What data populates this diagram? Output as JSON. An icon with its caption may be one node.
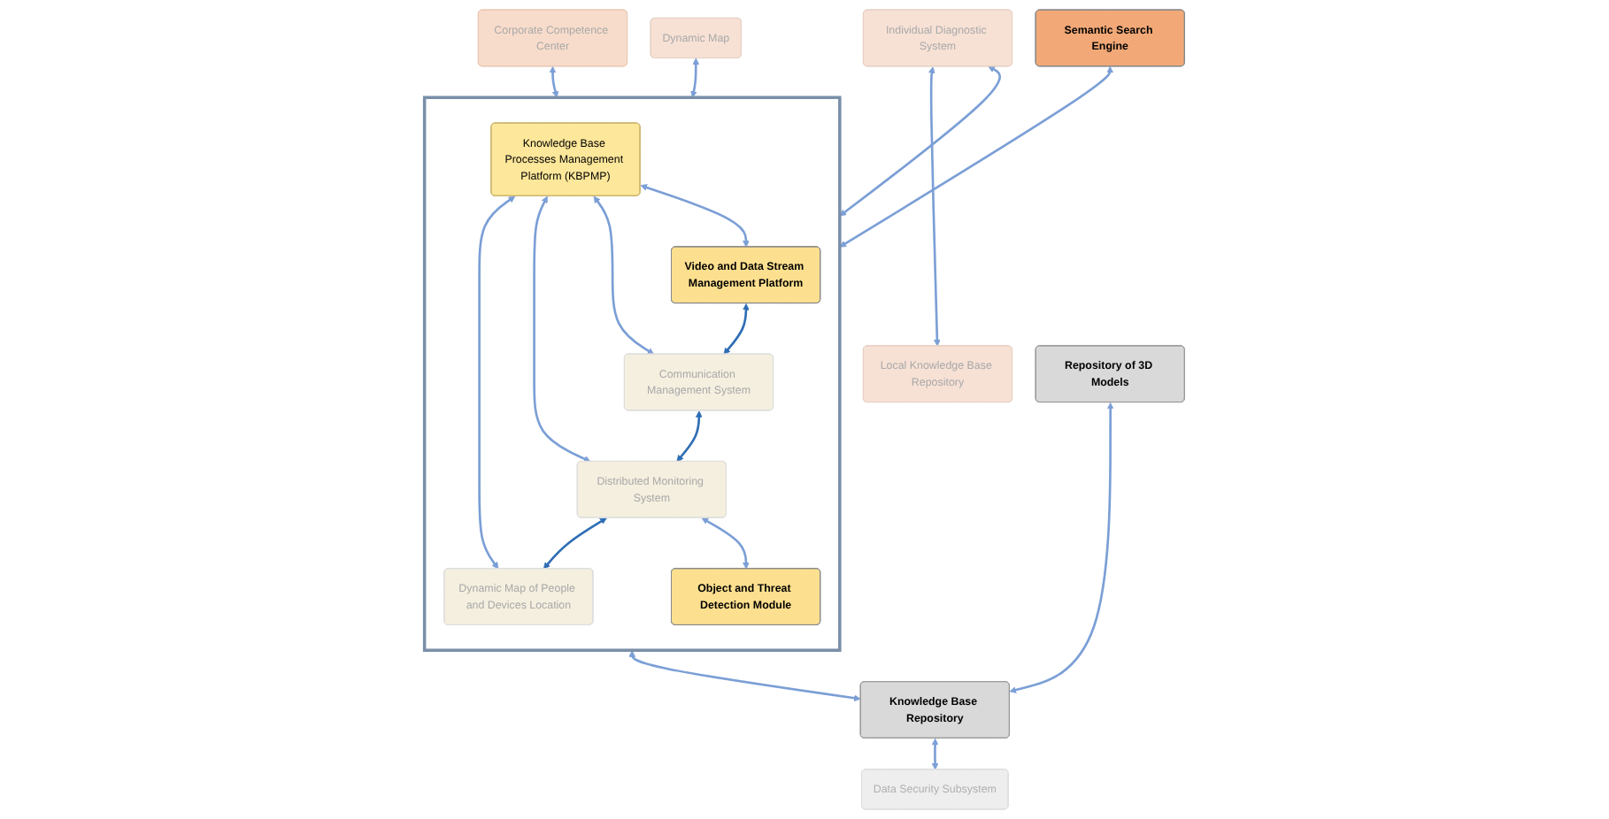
{
  "diagram": {
    "nodes": [
      {
        "text": [
          "Corporate Competence Center"
        ]
      },
      {
        "text": [],
        "shape": "box"
      },
      {
        "text": [
          "Knowledge Base Processes Management Platform (KBPMP)"
        ],
        "in": 1
      },
      {
        "text": [
          "Video and Data Stream Management Platform"
        ],
        "in": 1
      },
      {
        "text": [
          "Communication Management System"
        ],
        "in": 1
      },
      {
        "text": [
          "Distributed Monitoring System"
        ],
        "in": 1
      },
      {
        "text": [
          "Dynamic Map of People and Devices Location"
        ],
        "in": 1
      },
      {
        "text": [
          "Object and Threat Detection Module"
        ],
        "in": 1
      },
      {
        "text": [
          "Dynamic Map"
        ]
      },
      {
        "text": [
          "Semantic Search Engine"
        ]
      },
      {
        "text": [
          "Individual Diagnostic System"
        ]
      },
      {
        "text": [
          "Local Knowledge Base Repository"
        ]
      },
      {
        "text": [
          "Repository of 3D Models"
        ]
      },
      {
        "text": [
          "Knowledge Base Repository"
        ]
      },
      {
        "text": [
          "Data Security Subsystem"
        ]
      }
    ],
    "edges": [
      {
        "from": 0,
        "to": 1,
        "arrow": "both"
      },
      {
        "from": 2,
        "to": 3,
        "arrow": "both"
      },
      {
        "from": 2,
        "to": 4,
        "arrow": "both"
      },
      {
        "from": 2,
        "to": 5,
        "arrow": "both"
      },
      {
        "from": 2,
        "to": 6,
        "arrow": "both"
      },
      {
        "from": 3,
        "to": 4,
        "arrow": "both",
        "color": "#2f6eb5"
      },
      {
        "from": 4,
        "to": 5,
        "arrow": "both",
        "color": "#2f6eb5"
      },
      {
        "from": 5,
        "to": 6,
        "arrow": "both",
        "color": "#2f6eb5"
      },
      {
        "from": 5,
        "to": 7,
        "arrow": "both"
      },
      {
        "from": 8,
        "to": 1,
        "arrow": "both"
      },
      {
        "from": 9,
        "to": 1,
        "arrow": "both"
      },
      {
        "from": 10,
        "to": 1,
        "arrow": "both"
      },
      {
        "from": 10,
        "to": 11,
        "arrow": "both"
      },
      {
        "from": 1,
        "to": 13,
        "arrow": "both"
      },
      {
        "from": 12,
        "to": 13,
        "arrow": "both"
      },
      {
        "from": 13,
        "to": 14,
        "arrow": "both"
      }
    ]
  }
}
